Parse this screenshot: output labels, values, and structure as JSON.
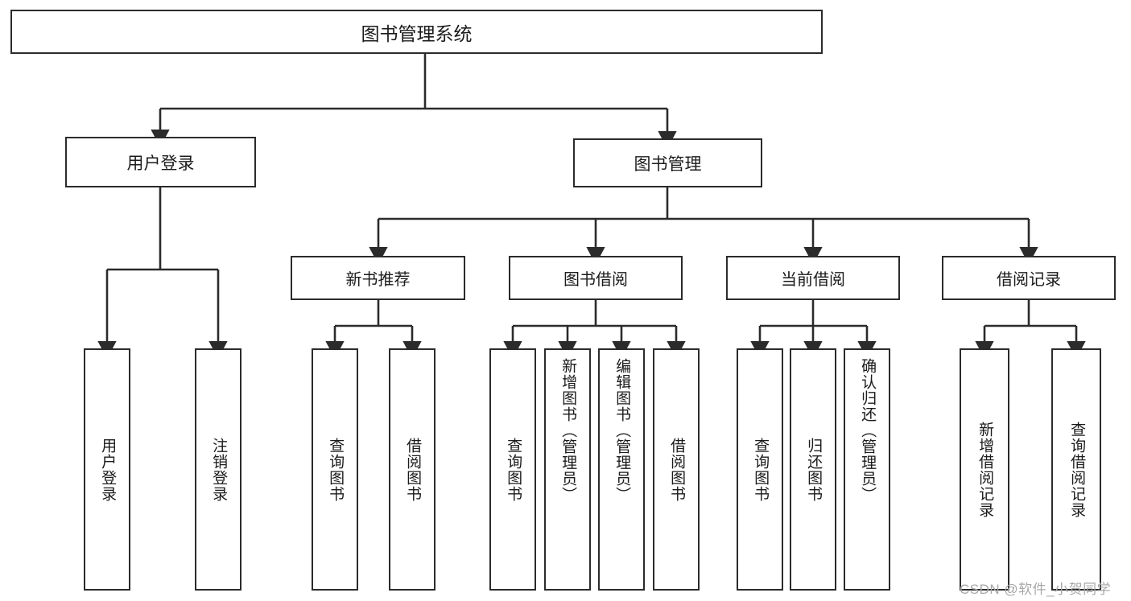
{
  "diagram": {
    "title": "图书管理系统",
    "type": "tree-hierarchy",
    "root": {
      "label": "图书管理系统"
    },
    "level1": [
      {
        "label": "用户登录"
      },
      {
        "label": "图书管理"
      }
    ],
    "level2": [
      {
        "label": "新书推荐",
        "parent": "图书管理"
      },
      {
        "label": "图书借阅",
        "parent": "图书管理"
      },
      {
        "label": "当前借阅",
        "parent": "图书管理"
      },
      {
        "label": "借阅记录",
        "parent": "图书管理"
      }
    ],
    "leaves": [
      {
        "label": "用户登录",
        "parent": "用户登录"
      },
      {
        "label": "注销登录",
        "parent": "用户登录"
      },
      {
        "label": "查询图书",
        "parent": "新书推荐"
      },
      {
        "label": "借阅图书",
        "parent": "新书推荐"
      },
      {
        "label": "查询图书",
        "parent": "图书借阅"
      },
      {
        "label": "新增图书（管理员）",
        "parent": "图书借阅"
      },
      {
        "label": "编辑图书（管理员）",
        "parent": "图书借阅"
      },
      {
        "label": "借阅图书",
        "parent": "图书借阅"
      },
      {
        "label": "查询图书",
        "parent": "当前借阅"
      },
      {
        "label": "归还图书",
        "parent": "当前借阅"
      },
      {
        "label": "确认归还（管理员）",
        "parent": "当前借阅"
      },
      {
        "label": "新增借阅记录",
        "parent": "借阅记录"
      },
      {
        "label": "查询借阅记录",
        "parent": "借阅记录"
      }
    ]
  },
  "watermark": {
    "text": "CSDN @软件_小贺同学"
  },
  "colors": {
    "border": "#2b2b2b",
    "background": "#ffffff",
    "text": "#1b1b1b",
    "watermark": "#a8a8a8"
  }
}
